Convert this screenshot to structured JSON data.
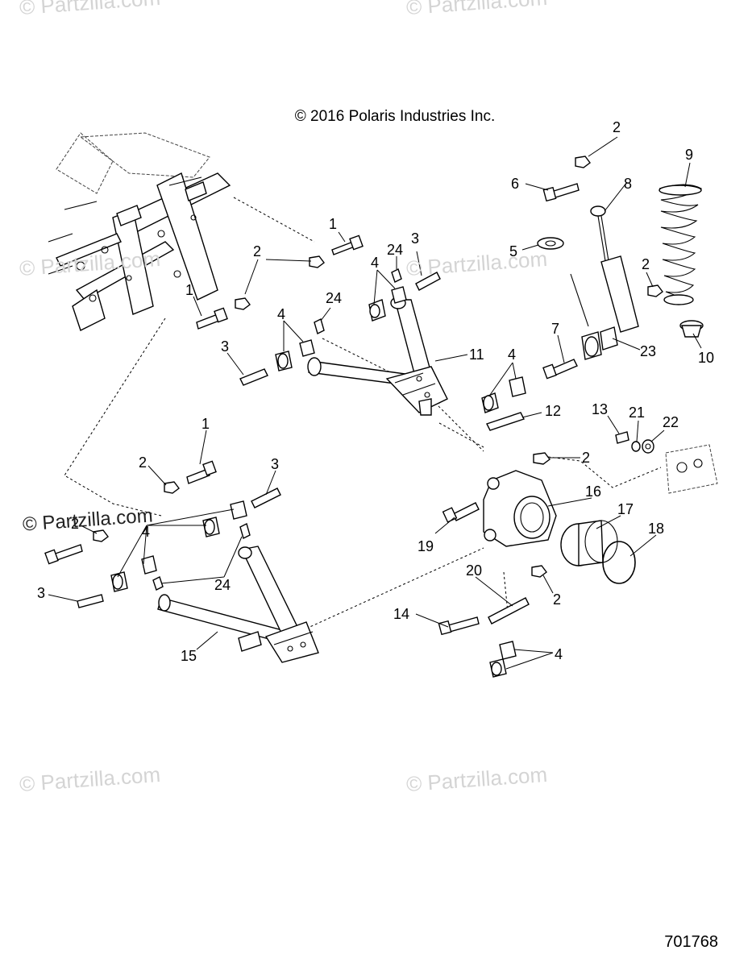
{
  "copyright": "© 2016 Polaris Industries Inc.",
  "diagram_number": "701768",
  "watermarks": {
    "small": "© Partzilla.com",
    "large": "© Partzilla.com"
  },
  "callouts": {
    "upper_bolt_1": "1",
    "upper_nut_2": "2",
    "upper_bolt_left_1": "1",
    "upper_nut_left_2": "2",
    "upper_pin_3": "3",
    "upper_pin_left_3": "3",
    "upper_bush_4": "4",
    "upper_bush_left_4": "4",
    "upper_grease_24": "24",
    "upper_grease_left_24": "24",
    "upper_arm_11": "11",
    "shock_bolt_6": "6",
    "shock_nut_top_2": "2",
    "shock_8": "8",
    "washer_5": "5",
    "spring_9": "9",
    "spring_nut_2": "2",
    "spring_seat_10": "10",
    "shock_bolt_7": "7",
    "shock_bush_23": "23",
    "knuckle_bush_4": "4",
    "pin_12": "12",
    "bolt_13": "13",
    "washer_21": "21",
    "washer_22": "22",
    "knuckle_nut_2": "2",
    "knuckle_16": "16",
    "bearing_17": "17",
    "ring_18": "18",
    "bolt_19": "19",
    "pin_20": "20",
    "lower_knuckle_nut_2": "2",
    "bolt_14": "14",
    "lower_knuckle_bush_4": "4",
    "lower_bolt_1": "1",
    "lower_nut_2": "2",
    "lower_pin_3": "3",
    "lower_nut_left_2": "2",
    "lower_bush_4": "4",
    "lower_pin_left_3": "3",
    "lower_grease_24": "24",
    "lower_arm_15": "15"
  }
}
